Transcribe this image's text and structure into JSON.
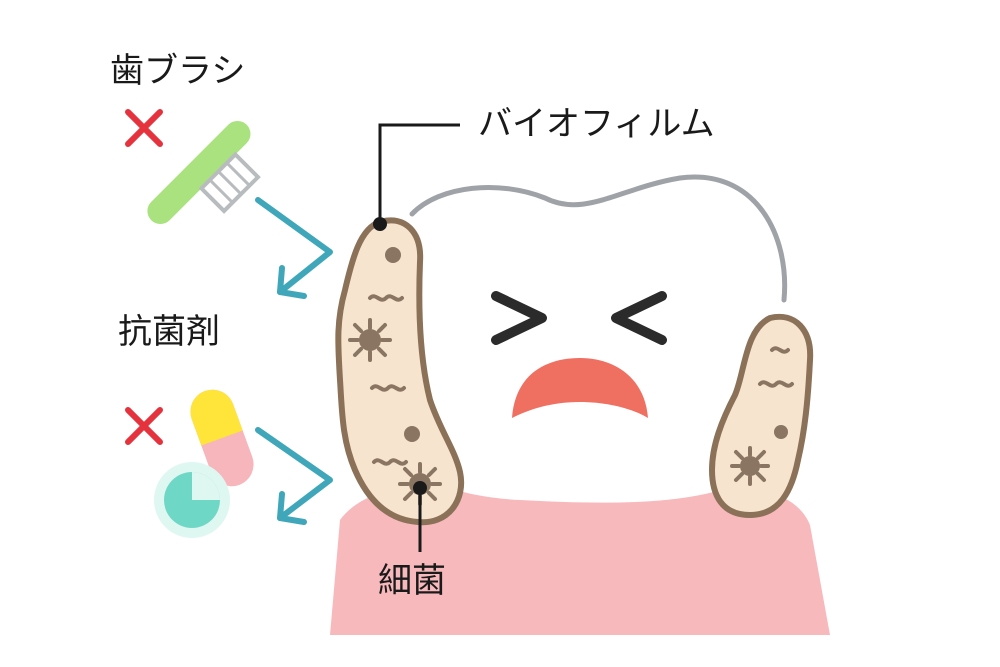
{
  "labels": {
    "toothbrush": "歯ブラシ",
    "antibacterial": "抗菌剤",
    "biofilm": "バイオフィルム",
    "bacteria": "細菌"
  },
  "icons": {
    "cross": "cross-mark-icon",
    "arrow": "arrow-icon",
    "toothbrush": "toothbrush-icon",
    "capsule": "capsule-icon",
    "tablet": "tablet-icon"
  },
  "colors": {
    "gum": "#f8b9bd",
    "tooth_outline": "#9fa3a8",
    "biofilm_fill": "#f6e4cf",
    "biofilm_outline": "#8c7159",
    "bacteria": "#8a7563",
    "cross": "#e5323d",
    "arrow": "#3fa7b9",
    "brush_handle": "#a9e27e",
    "capsule_top": "#ffe43a",
    "capsule_bottom": "#f7b5bc",
    "tablet": "#6fd7c6",
    "mouth": "#ef6f61"
  }
}
